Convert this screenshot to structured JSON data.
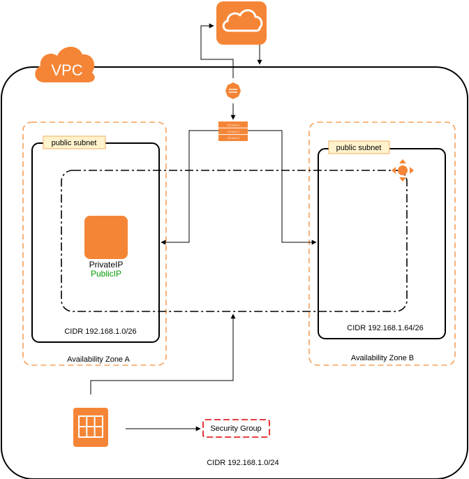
{
  "vpc": {
    "badge": "VPC",
    "cidr": "CIDR 192.168.1.0/24"
  },
  "zone_a": {
    "label": "Availability Zone A",
    "subnet_tag": "public subnet",
    "cidr": "CIDR 192.168.1.0/26",
    "instance": {
      "private_ip": "PrivateIP",
      "public_ip": "PublicIP",
      "public_ip_color": "#009900"
    }
  },
  "zone_b": {
    "label": "Availability Zone B",
    "subnet_tag": "public subnet",
    "cidr": "CIDR 192.168.1.64/26"
  },
  "route_table": {
    "rows": [
      "172.16.0.0",
      "172.16.1.0",
      "172.16.2.0"
    ]
  },
  "security_group": {
    "label": "Security Group",
    "border_color": "#dd0000"
  },
  "icons": {
    "internet": "cloud-icon",
    "gateway": "internet-gateway-icon",
    "routing": "route-table-icon",
    "router": "router-icon",
    "instance": "ec2-instance-icon",
    "autoscaling": "auto-scaling-group-icon"
  },
  "colors": {
    "aws_orange": "#f58536",
    "zone_dash": "#f5a058",
    "subnet_tag_fill": "#fff2cc",
    "subnet_tag_border": "#f0b060",
    "line": "#000000"
  }
}
